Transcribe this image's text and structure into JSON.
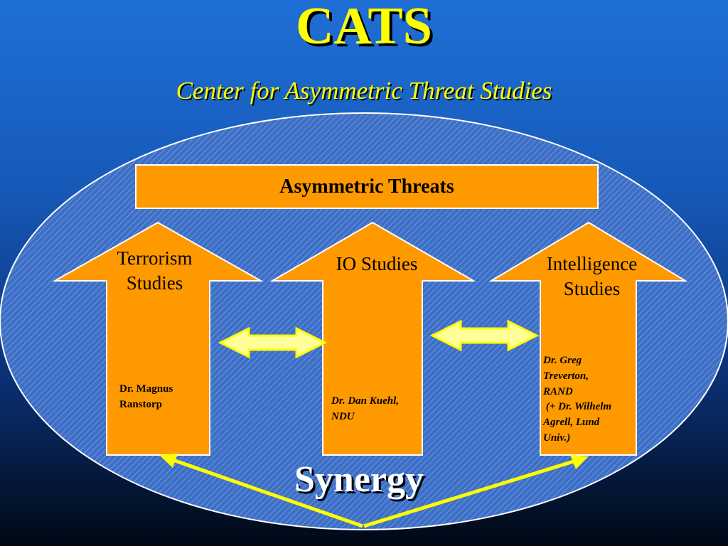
{
  "title": "CATS",
  "subtitle": "Center for Asymmetric Threat Studies",
  "top_bar": "Asymmetric Threats",
  "columns": [
    {
      "label": "Terrorism\nStudies",
      "person": "Dr. Magnus\nRanstorp"
    },
    {
      "label": "IO Studies",
      "person": "Dr. Dan Kuehl,\nNDU"
    },
    {
      "label": "Intelligence\nStudies",
      "person": "Dr. Greg\nTreverton,\nRAND\n (+ Dr. Wilhelm\nAgrell, Lund\nUniv.)"
    }
  ],
  "bottom_label": "Synergy",
  "colors": {
    "arrow": "#ff9900",
    "connector": "#ffff00",
    "ellipse": "#3d6fc6",
    "title": "#ffff00"
  }
}
